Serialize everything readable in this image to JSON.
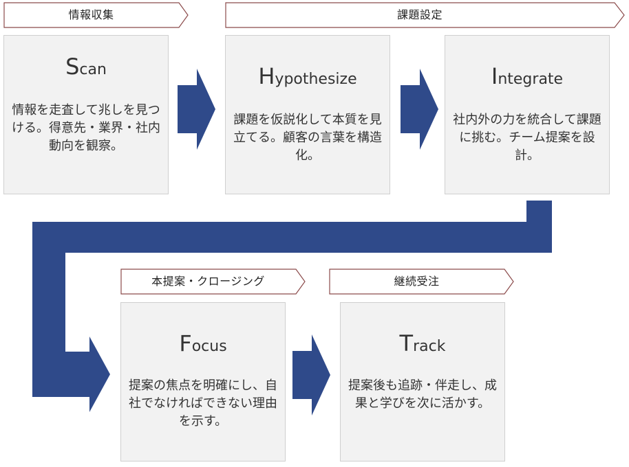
{
  "colors": {
    "arrow": "#2f4a8a",
    "box_bg": "#f2f2f2",
    "box_border": "#cfcfcf",
    "tag_border": "#8b4a4a"
  },
  "phases": {
    "info": {
      "label": "情報収集"
    },
    "issue": {
      "label": "課題設定"
    },
    "proposal": {
      "label": "本提案・クロージング"
    },
    "continuation": {
      "label": "継続受注"
    }
  },
  "steps": {
    "scan": {
      "initial": "S",
      "rest": "can",
      "description": "情報を走査して兆しを見つける。得意先・業界・社内動向を観察。"
    },
    "hypothesize": {
      "initial": "H",
      "rest": "ypothesize",
      "description": "課題を仮説化して本質を見立てる。顧客の言葉を構造化。"
    },
    "integrate": {
      "initial": "I",
      "rest": "ntegrate",
      "description": "社内外の力を統合して課題に挑む。チーム提案を設計。"
    },
    "focus": {
      "initial": "F",
      "rest": "ocus",
      "description": "提案の焦点を明確にし、自社でなければできない理由を示す。"
    },
    "track": {
      "initial": "T",
      "rest": "rack",
      "description": "提案後も追跡・伴走し、成果と学びを次に活かす。"
    }
  }
}
